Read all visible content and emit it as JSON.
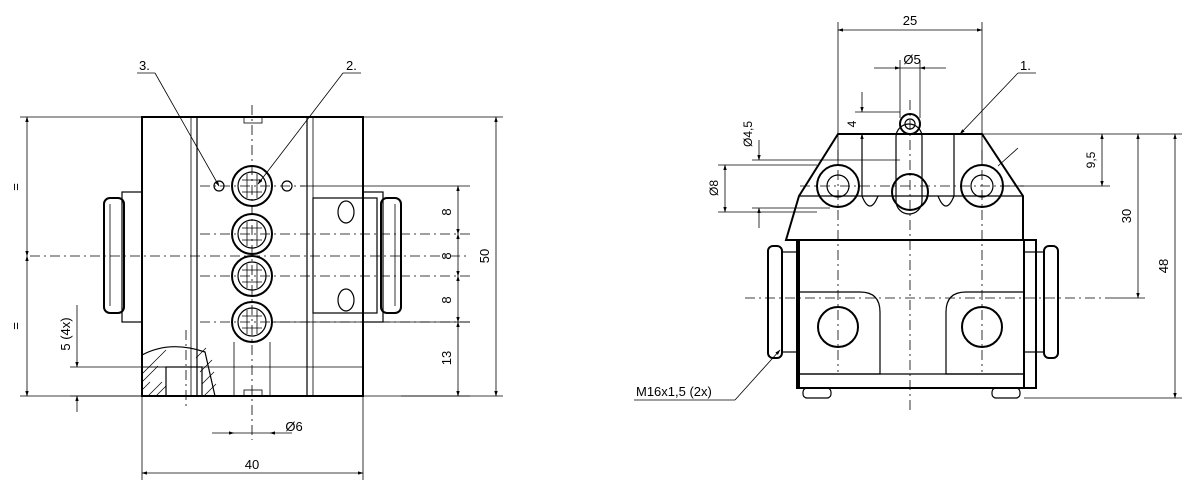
{
  "left_view": {
    "callouts": {
      "label_3": "3.",
      "label_2": "2."
    },
    "dims": {
      "d8a": "8",
      "d8b": "8",
      "d8c": "8",
      "d13": "13",
      "d50": "50",
      "d40": "40",
      "phi6": "Ø6",
      "eq_top": "=",
      "eq_bottom": "=",
      "five_4x": "5 (4x)"
    }
  },
  "right_view": {
    "callouts": {
      "label_1": "1.",
      "thread": "M16x1,5 (2x)"
    },
    "dims": {
      "d25": "25",
      "phi5": "Ø5",
      "d4": "4",
      "phi45": "Ø4,5",
      "phi8": "Ø8",
      "d95": "9,5",
      "d30": "30",
      "d48": "48"
    }
  }
}
